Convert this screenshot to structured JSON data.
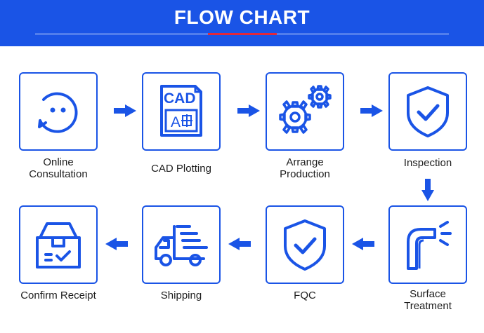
{
  "header": {
    "title": "FLOW CHART"
  },
  "steps": [
    {
      "label": "Online\nConsultation",
      "icon": "chat-bubble-icon"
    },
    {
      "label": "CAD Plotting",
      "icon": "cad-file-icon",
      "icon_text_top": "CAD",
      "icon_text_bottom": "A"
    },
    {
      "label": "Arrange\nProduction",
      "icon": "gears-icon"
    },
    {
      "label": "Inspection",
      "icon": "shield-check-icon"
    },
    {
      "label": "Surface\nTreatment",
      "icon": "spray-pipe-icon"
    },
    {
      "label": "FQC",
      "icon": "shield-check-icon"
    },
    {
      "label": "Shipping",
      "icon": "delivery-truck-icon"
    },
    {
      "label": "Confirm Receipt",
      "icon": "package-check-icon"
    }
  ],
  "colors": {
    "primary": "#1a54e6",
    "accent": "#e0283c",
    "text": "#1d1d1d"
  }
}
